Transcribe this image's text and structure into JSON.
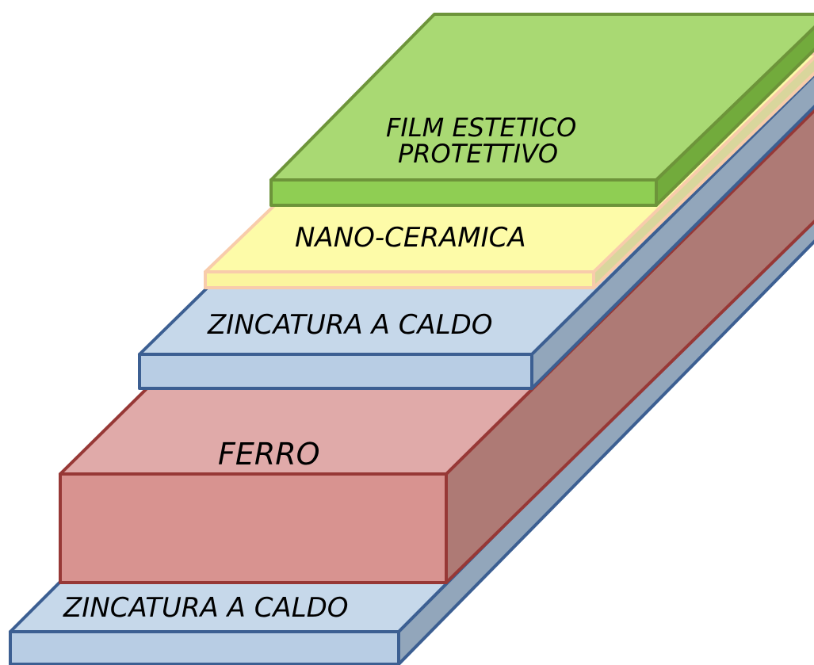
{
  "diagram": {
    "layers": [
      {
        "id": "zinc-bottom",
        "label": "ZINCATURA A CALDO",
        "top_color": "#c6d8ea",
        "front_color": "#b8cde4",
        "side_color": "#92a6bb",
        "stroke": "#3c5f92"
      },
      {
        "id": "ferro",
        "label": "FERRO",
        "top_color": "#e0aaa9",
        "front_color": "#d89390",
        "side_color": "#ae7a75",
        "stroke": "#973836"
      },
      {
        "id": "zinc-top",
        "label": "ZINCATURA A CALDO",
        "top_color": "#c6d8ea",
        "front_color": "#b8cde4",
        "side_color": "#92a6bb",
        "stroke": "#3c5f92"
      },
      {
        "id": "nano",
        "label": "NANO-CERAMICA",
        "top_color": "#fdfba8",
        "front_color": "#fbf59e",
        "side_color": "#d9d69c",
        "stroke": "#f8ccab"
      },
      {
        "id": "film",
        "label_line1": "FILM ESTETICO",
        "label_line2": "PROTETTIVO",
        "top_color": "#a9d973",
        "front_color": "#8fce53",
        "side_color": "#72ab3c",
        "stroke": "#6d943a"
      }
    ]
  }
}
